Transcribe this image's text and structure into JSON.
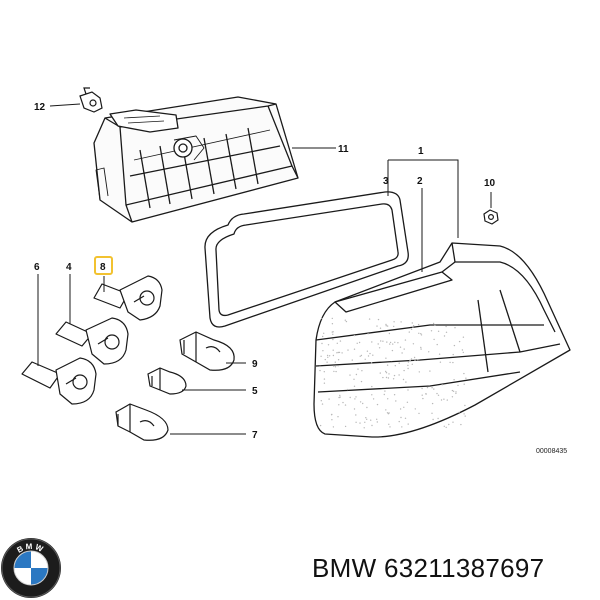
{
  "callouts": {
    "c1": "1",
    "c2": "2",
    "c3": "3",
    "c4": "4",
    "c5": "5",
    "c6": "6",
    "c7": "7",
    "c8": "8",
    "c9": "9",
    "c10": "10",
    "c11": "11",
    "c12": "12"
  },
  "drawing_code": "00008435",
  "caption": "BMW 63211387697",
  "logo": {
    "name": "bmw-roundel",
    "letters": "BMW"
  },
  "colors": {
    "highlight": "#f2c230",
    "line": "#1a1a1a"
  }
}
